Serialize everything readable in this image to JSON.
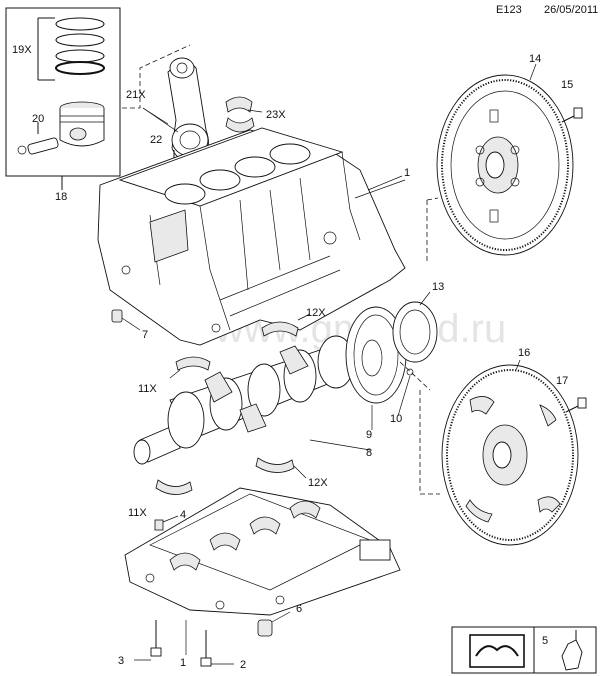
{
  "header": {
    "code": "E123",
    "date": "26/05/2011"
  },
  "watermark": "www.gmsklad.ru",
  "callouts": {
    "c1a": "1",
    "c1b": "1",
    "c2": "2",
    "c3": "3",
    "c4": "4",
    "c5": "5",
    "c6": "6",
    "c7": "7",
    "c8": "8",
    "c9": "9",
    "c10": "10",
    "c11a": "11X",
    "c11b": "11X",
    "c12a": "12X",
    "c12b": "12X",
    "c13": "13",
    "c14": "14",
    "c15": "15",
    "c16": "16",
    "c17": "17",
    "c18": "18",
    "c19": "19X",
    "c20": "20",
    "c21": "21X",
    "c22": "22",
    "c23": "23X"
  },
  "icons": {
    "manual": "service-manual-icon",
    "sensor": "sensor-icon"
  }
}
